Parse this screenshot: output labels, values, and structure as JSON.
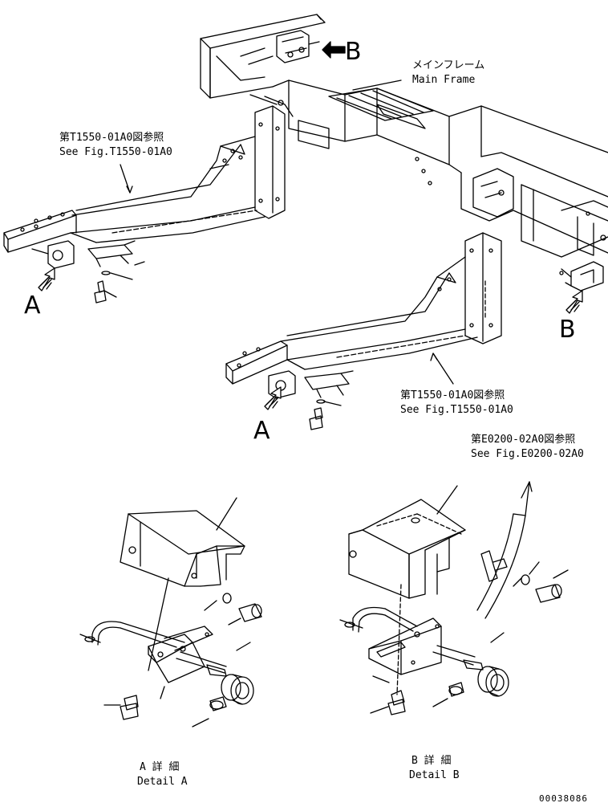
{
  "labels": {
    "main_frame_jp": "メインフレーム",
    "main_frame_en": "Main Frame",
    "ref_t1550_top_jp": "第T1550-01A0図参照",
    "ref_t1550_top_en": "See Fig.T1550-01A0",
    "ref_t1550_bottom_jp": "第T1550-01A0図参照",
    "ref_t1550_bottom_en": "See Fig.T1550-01A0",
    "ref_e0200_jp": "第E0200-02A0図参照",
    "ref_e0200_en": "See Fig.E0200-02A0",
    "detail_a_jp": "A 詳 細",
    "detail_a_en": "Detail A",
    "detail_b_jp": "B 詳 細",
    "detail_b_en": "Detail B",
    "doc_number": "00038086"
  },
  "view_letters": {
    "a_left": "A",
    "a_bottom": "A",
    "b_top": "B",
    "b_right": "B"
  }
}
